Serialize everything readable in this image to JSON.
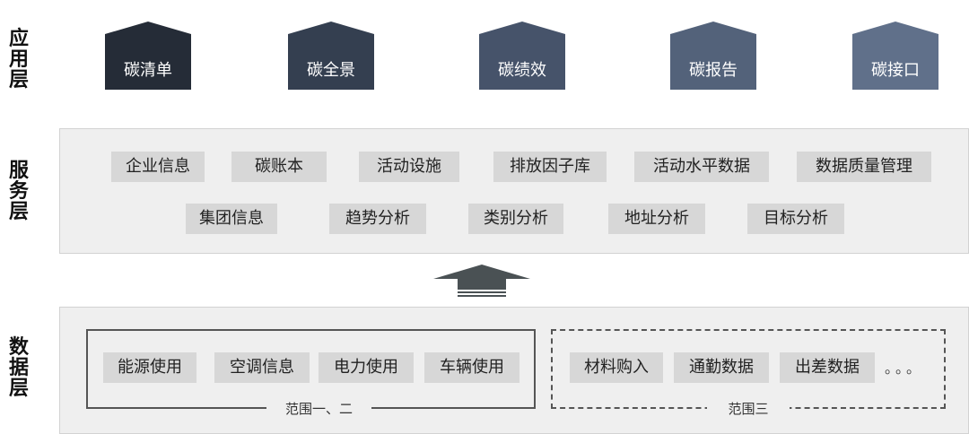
{
  "layers": {
    "application": {
      "label": "应\n用\n层"
    },
    "service": {
      "label": "服\n务\n层"
    },
    "data": {
      "label": "数\n据\n层"
    }
  },
  "application_blocks": [
    {
      "label": "碳清单",
      "color": "#252c37"
    },
    {
      "label": "碳全景",
      "color": "#343f50"
    },
    {
      "label": "碳绩效",
      "color": "#46536a"
    },
    {
      "label": "碳报告",
      "color": "#53627a"
    },
    {
      "label": "碳接口",
      "color": "#60708a"
    }
  ],
  "service_items": {
    "row1": [
      "企业信息",
      "碳账本",
      "活动设施",
      "排放因子库",
      "活动水平数据",
      "数据质量管理"
    ],
    "row2": [
      "集团信息",
      "趋势分析",
      "类别分析",
      "地址分析",
      "目标分析"
    ]
  },
  "data_groups": {
    "scope12": {
      "caption": "范围一、二",
      "items": [
        "能源使用",
        "空调信息",
        "电力使用",
        "车辆使用"
      ]
    },
    "scope3": {
      "caption": "范围三",
      "items": [
        "材料购入",
        "通勤数据",
        "出差数据"
      ],
      "more": "。。。"
    }
  },
  "colors": {
    "chip_bg": "#d7d7d7",
    "panel_bg": "#efefef",
    "arrow": "#4a5154"
  }
}
